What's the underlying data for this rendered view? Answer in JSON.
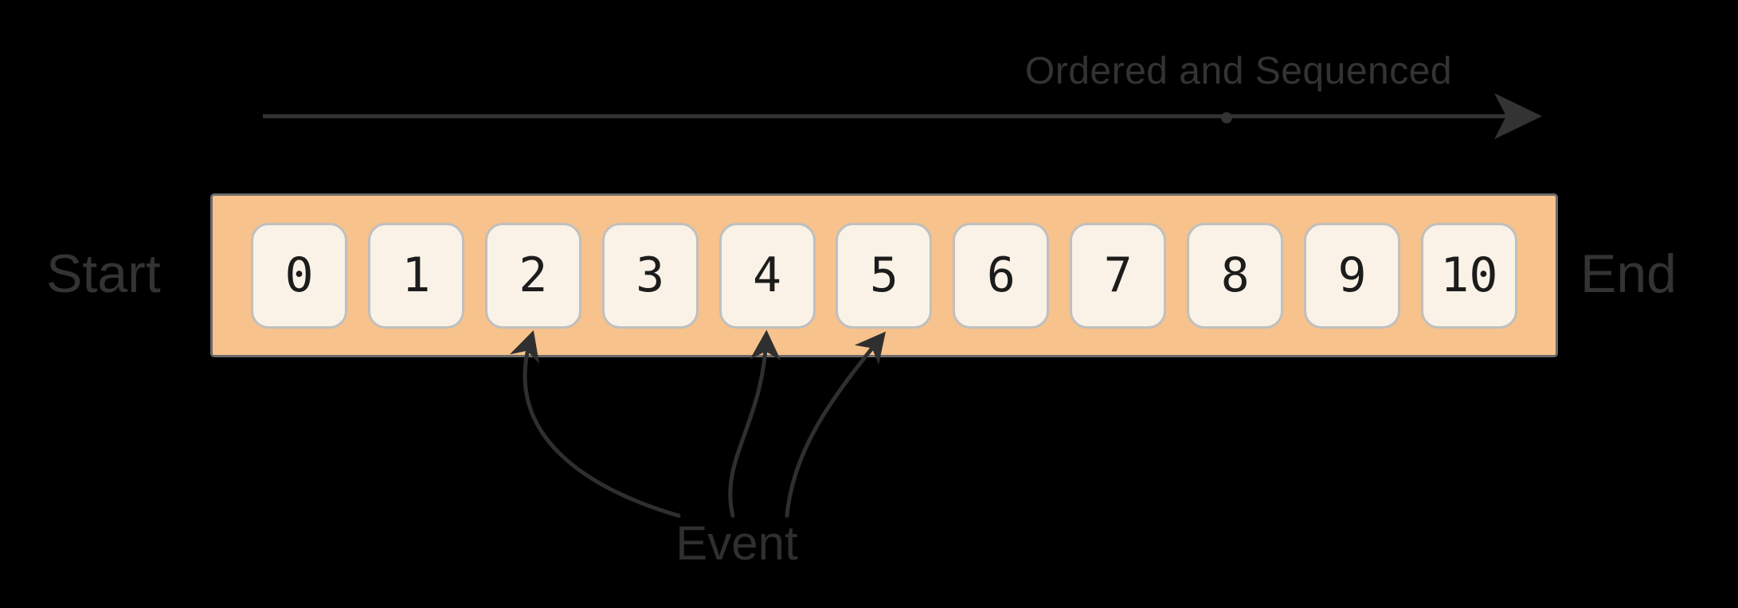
{
  "diagram": {
    "top_arrow_label": "Ordered and Sequenced",
    "start_label": "Start",
    "end_label": "End",
    "event_label": "Event",
    "cells": [
      "0",
      "1",
      "2",
      "3",
      "4",
      "5",
      "6",
      "7",
      "8",
      "9",
      "10"
    ],
    "event_targets": [
      2,
      4,
      5
    ],
    "colors": {
      "background": "#000000",
      "bar_fill": "#F7C28B",
      "bar_border": "#6b6b6b",
      "cell_fill": "#FAF2E6",
      "cell_border": "#bfbfbf",
      "label_text": "#333333",
      "number_text": "#1c1c1c",
      "arrow_stroke": "#2f2f2f"
    }
  }
}
